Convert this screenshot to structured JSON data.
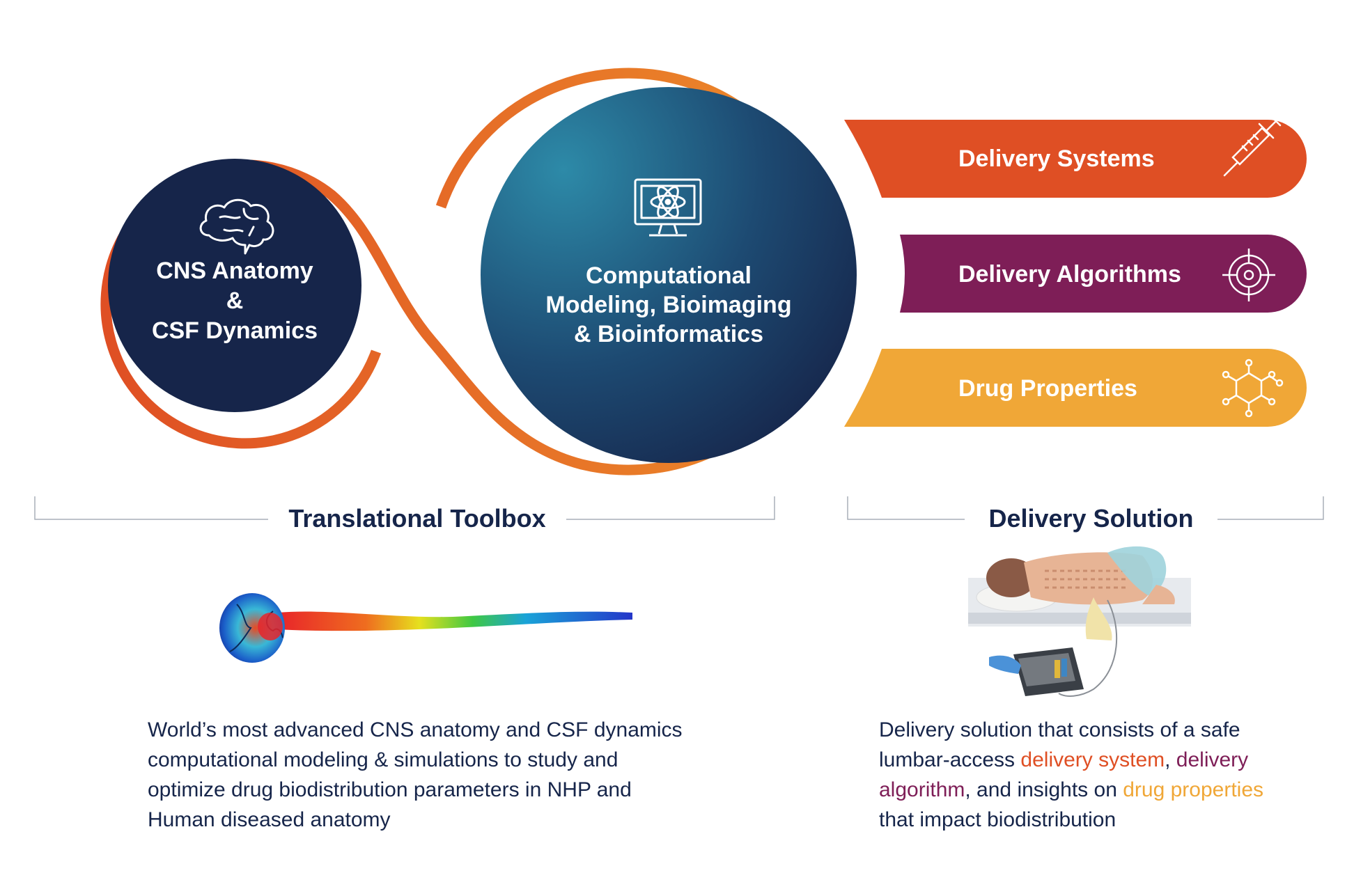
{
  "diagram": {
    "left_circle": {
      "line1": "CNS Anatomy",
      "line2": "&",
      "line3": "CSF Dynamics",
      "icon": "brain-icon"
    },
    "center_circle": {
      "line1": "Computational",
      "line2": "Modeling, Bioimaging",
      "line3": "& Bioinformatics",
      "icon": "monitor-atom-icon"
    },
    "pills": [
      {
        "label": "Delivery Systems",
        "icon": "syringe-icon",
        "color": "#df4f24"
      },
      {
        "label": "Delivery Algorithms",
        "icon": "target-icon",
        "color": "#7e1e57"
      },
      {
        "label": "Drug Properties",
        "icon": "molecule-icon",
        "color": "#f0a737"
      }
    ],
    "colors": {
      "navy": "#16254a",
      "teal": "#2d8aa8",
      "orange": "#e8782a",
      "red_orange": "#df4f24"
    }
  },
  "sections": {
    "left_title": "Translational Toolbox",
    "right_title": "Delivery Solution"
  },
  "left_description": {
    "line1": "World’s most advanced CNS anatomy and CSF dynamics",
    "line2": "computational modeling & simulations to study and",
    "line3": "optimize drug biodistribution parameters in NHP and",
    "line4": "Human diseased anatomy"
  },
  "right_description": {
    "line1": "Delivery solution that consists of a safe",
    "line2_a": "lumbar-access ",
    "line2_b": "delivery system",
    "line2_c": ", ",
    "line2_d": "delivery",
    "line3_a": "algorithm",
    "line3_b": ", and insights on ",
    "line3_c": "drug properties",
    "line4": "that impact biodistribution"
  },
  "illustrations": {
    "left": "cns-simulation-image",
    "right": "lumbar-delivery-illustration"
  }
}
